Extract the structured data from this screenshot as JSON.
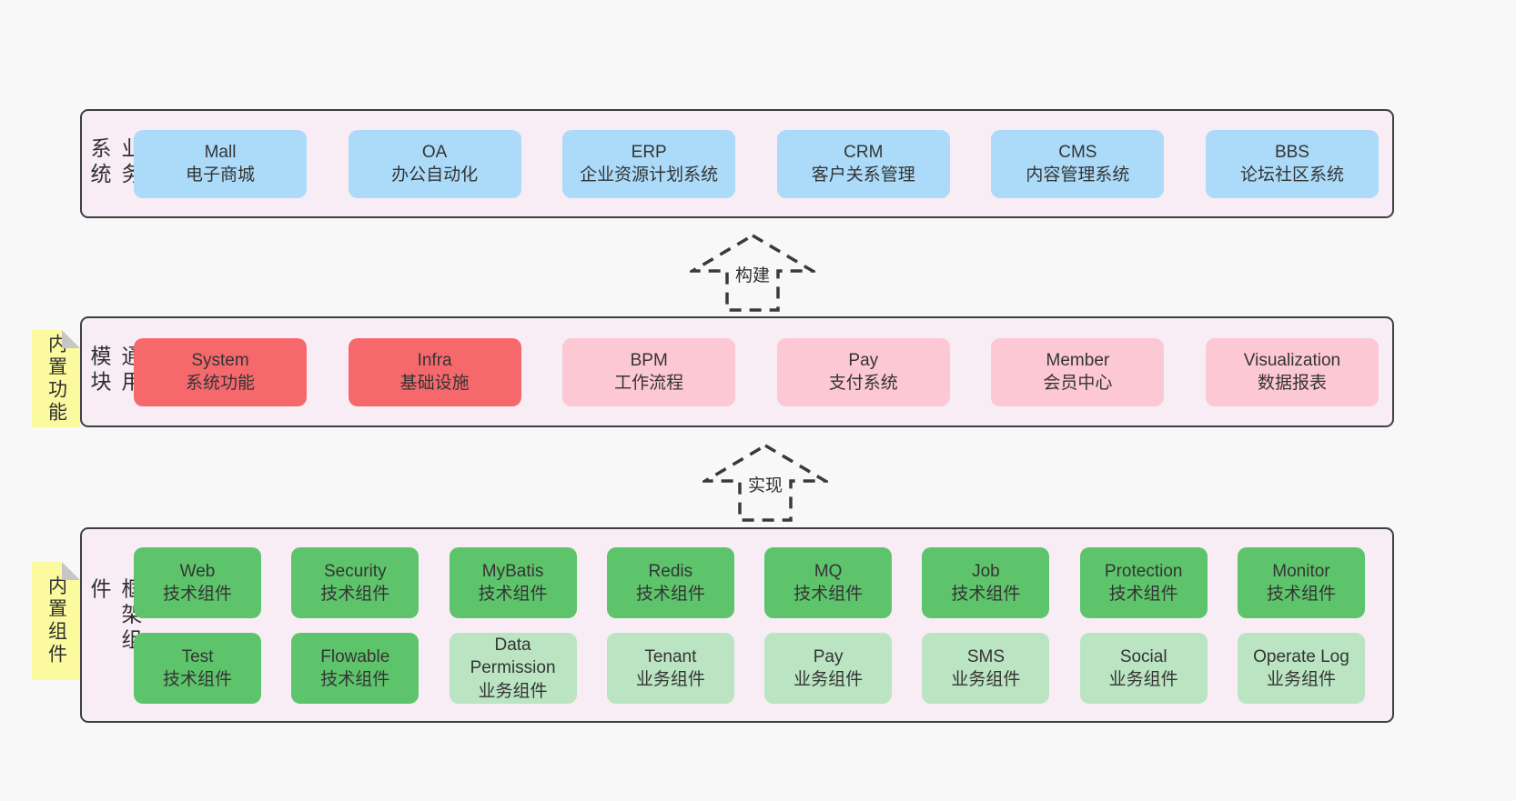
{
  "colors": {
    "page-bg": "#f8f8f8",
    "section-bg": "#f8edf5",
    "section-border": "#3f3f3f",
    "box-blue": "#abdbf9",
    "box-red": "#f5696c",
    "box-pink": "#fcc8d3",
    "box-green": "#5ec46b",
    "box-green-light": "#bae4c2",
    "sticky-bg": "#fbfa9e",
    "sticky-fold": "#c6c6c6",
    "text": "#3a3a3a",
    "arrow-stroke": "#3a3a3a"
  },
  "sections": {
    "business": {
      "side_label": "业务系统",
      "items": [
        {
          "en": "Mall",
          "zh": "电子商城"
        },
        {
          "en": "OA",
          "zh": "办公自动化"
        },
        {
          "en": "ERP",
          "zh": "企业资源计划系统"
        },
        {
          "en": "CRM",
          "zh": "客户关系管理"
        },
        {
          "en": "CMS",
          "zh": "内容管理系统"
        },
        {
          "en": "BBS",
          "zh": "论坛社区系统"
        }
      ]
    },
    "modules": {
      "side_label": "通用模块",
      "sticky_note": "内置功能",
      "items": [
        {
          "en": "System",
          "zh": "系统功能"
        },
        {
          "en": "Infra",
          "zh": "基础设施"
        },
        {
          "en": "BPM",
          "zh": "工作流程"
        },
        {
          "en": "Pay",
          "zh": "支付系统"
        },
        {
          "en": "Member",
          "zh": "会员中心"
        },
        {
          "en": "Visualization",
          "zh": "数据报表"
        }
      ]
    },
    "components": {
      "side_label": "框架组件",
      "sticky_note": "内置组件",
      "row1": [
        {
          "en": "Web",
          "zh": "技术组件"
        },
        {
          "en": "Security",
          "zh": "技术组件"
        },
        {
          "en": "MyBatis",
          "zh": "技术组件"
        },
        {
          "en": "Redis",
          "zh": "技术组件"
        },
        {
          "en": "MQ",
          "zh": "技术组件"
        },
        {
          "en": "Job",
          "zh": "技术组件"
        },
        {
          "en": "Protection",
          "zh": "技术组件"
        },
        {
          "en": "Monitor",
          "zh": "技术组件"
        }
      ],
      "row2": [
        {
          "en": "Test",
          "zh": "技术组件"
        },
        {
          "en": "Flowable",
          "zh": "技术组件"
        },
        {
          "en": "Data Permission",
          "zh": "业务组件"
        },
        {
          "en": "Tenant",
          "zh": "业务组件"
        },
        {
          "en": "Pay",
          "zh": "业务组件"
        },
        {
          "en": "SMS",
          "zh": "业务组件"
        },
        {
          "en": "Social",
          "zh": "业务组件"
        },
        {
          "en": "Operate Log",
          "zh": "业务组件"
        }
      ]
    }
  },
  "arrows": {
    "build": {
      "label": "构建"
    },
    "implement": {
      "label": "实现"
    }
  }
}
